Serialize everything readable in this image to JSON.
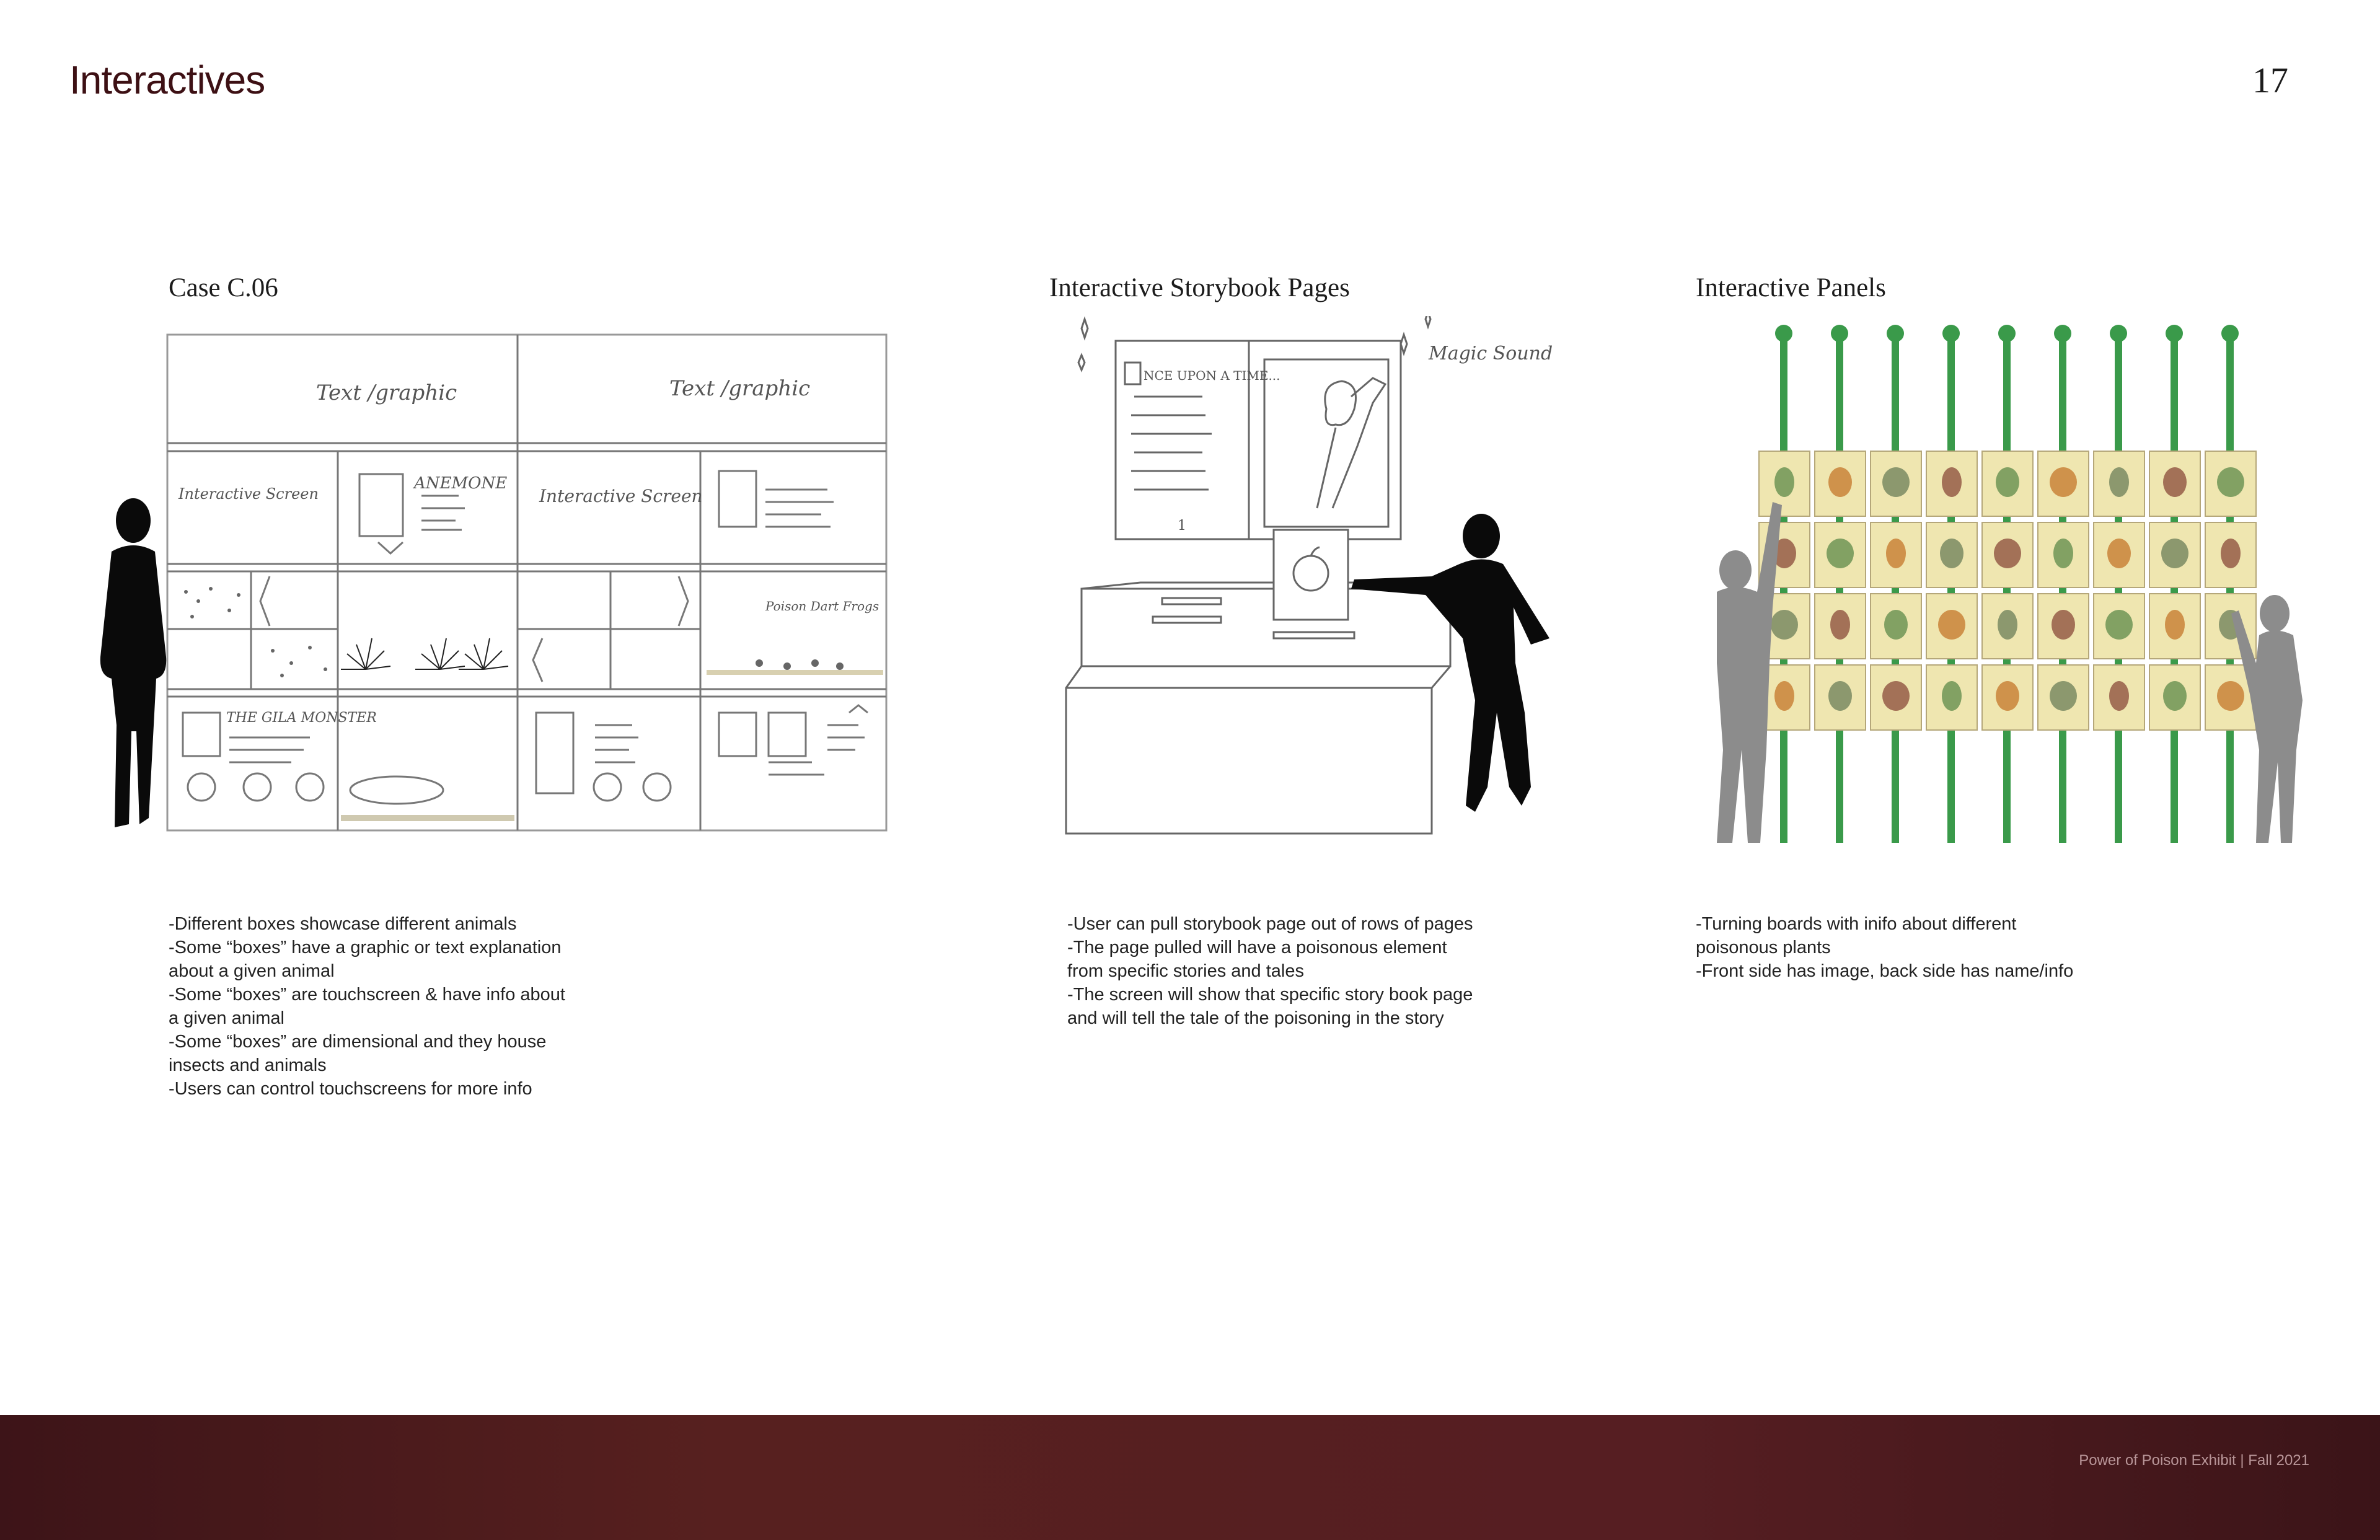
{
  "header": {
    "title": "Interactives",
    "page_number": "17"
  },
  "sections": [
    {
      "title": "Case C.06",
      "description": "-Different boxes showcase different animals\n-Some “boxes” have a graphic or text explanation\nabout a given animal\n-Some “boxes” are touchscreen & have info about\na given animal\n-Some “boxes” are dimensional and they house\ninsects and animals\n-Users can control touchscreens for more info",
      "sketch_labels": {
        "text_graphic": "Text /graphic",
        "interactive_screen_1": "Interactive Screen",
        "anemone": "ANEMONE",
        "interactive_screen_2": "Interactive Screen",
        "poison_dart_frogs": "Poison Dart Frogs",
        "gila_monster": "THE GILA MONSTER"
      }
    },
    {
      "title": "Interactive Storybook Pages",
      "description": "-User can pull storybook page out of rows of pages\n-The page pulled will have a poisonous element\nfrom specific stories and tales\n-The screen will show that specific story book page\nand will tell the tale of the poisoning in the story",
      "sketch_labels": {
        "once_upon": "NCE UPON A TIME...",
        "magic_sound": "Magic Sound",
        "page_number": "1"
      }
    },
    {
      "title": "Interactive Panels",
      "description": "-Turning boards with inifo about different\npoisonous plants\n-Front side has image, back side has name/info"
    }
  ],
  "colors": {
    "title": "#3d1014",
    "footer": "#561e22",
    "pole": "#3a9a4a",
    "panel": "#efe6b0"
  },
  "footer": {
    "text": "Power of Poison Exhibit | Fall 2021"
  }
}
